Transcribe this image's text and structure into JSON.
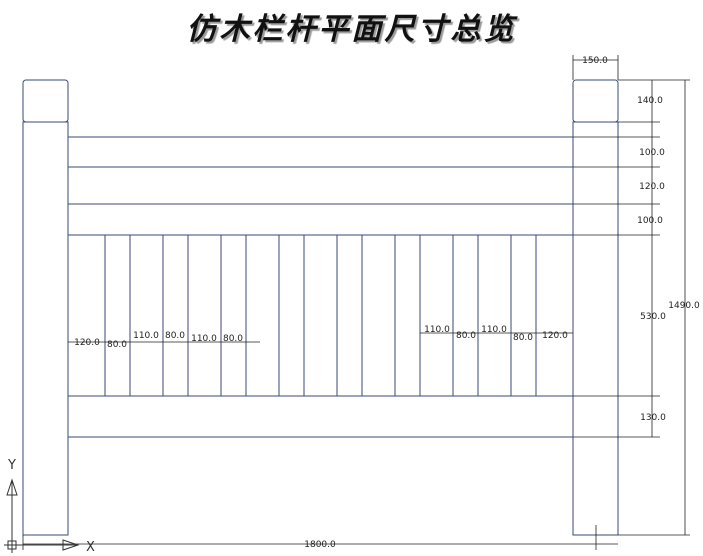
{
  "title": "仿木栏杆平面尺寸总览",
  "colors": {
    "outline": "#3a4a7a",
    "dimension": "#222222"
  },
  "dimensions": {
    "post_width": "150.0",
    "post_cap": "140.0",
    "rail_gap_top": "100.0",
    "rail_band": "120.0",
    "rail_gap_lower": "100.0",
    "baluster_height": "530.0",
    "bottom_band": "130.0",
    "total_height": "1490.0",
    "total_width": "1800.0",
    "left_spacings": [
      "120.0",
      "80.0",
      "110.0",
      "80.0",
      "110.0",
      "80.0"
    ],
    "right_spacings": [
      "110.0",
      "80.0",
      "110.0",
      "80.0",
      "120.0"
    ]
  },
  "axis": {
    "y_label": "Y",
    "x_label": "X"
  }
}
